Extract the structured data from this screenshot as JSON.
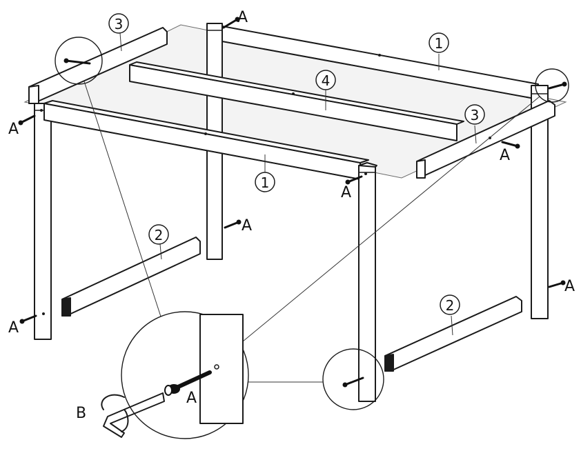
{
  "part_numbers": {
    "side_rail_front": "1",
    "side_rail_back": "1",
    "lower_brace_left": "2",
    "lower_brace_right": "2",
    "end_rail_left": "3",
    "end_rail_right": "3",
    "center_rail": "4"
  },
  "hardware_labels": {
    "bolt_a_top_back": "A",
    "bolt_a_left_top": "A",
    "bolt_a_left_bottom": "A",
    "bolt_a_mid_back_leg": "A",
    "bolt_a_front_leg_top": "A",
    "bolt_a_right_top": "A",
    "bolt_a_right_bottom": "A",
    "bolt_a_detail": "A",
    "hex_key_b": "B"
  }
}
